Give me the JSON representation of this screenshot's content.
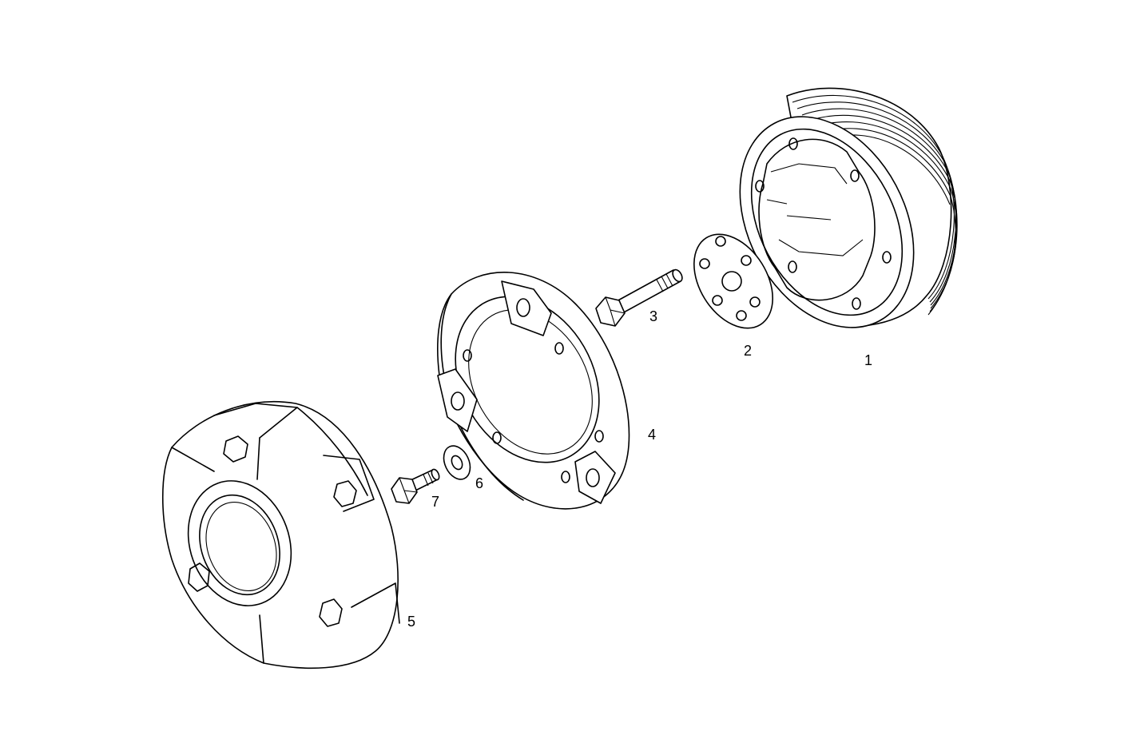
{
  "labels": {
    "p1": "1",
    "p2": "2",
    "p3": "3",
    "p4": "4",
    "p5": "5",
    "p6": "6",
    "p7": "7"
  },
  "colors": {
    "line": "#000000",
    "background": "#ffffff"
  }
}
